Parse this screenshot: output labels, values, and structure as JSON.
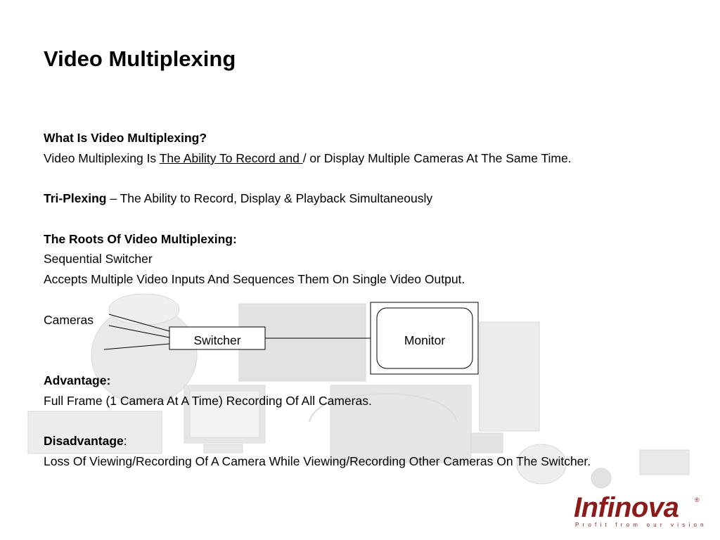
{
  "slide": {
    "title": "Video Multiplexing",
    "q1": "What Is Video Multiplexing?",
    "def_prefix": "Video Multiplexing Is ",
    "def_underlined": "The Ability To Record and ",
    "def_suffix": "/ or Display Multiple Cameras At The Same Time.",
    "triplex_term": "Tri-Plexing",
    "triplex_desc": " – The Ability to Record, Display & Playback Simultaneously",
    "roots_heading": "The Roots Of Video Multiplexing:",
    "roots_line1": "Sequential Switcher",
    "roots_line2": "Accepts Multiple Video Inputs And Sequences Them On Single Video Output.",
    "advantage_heading": "Advantage:",
    "advantage_text": "Full Frame (1 Camera At A Time) Recording Of All Cameras.",
    "disadvantage_heading": "Disadvantage",
    "disadvantage_colon": ":",
    "disadvantage_text": "Loss Of Viewing/Recording Of A Camera While Viewing/Recording Other Cameras On The Switcher."
  },
  "diagram": {
    "cameras_label": "Cameras",
    "switcher_label": "Switcher",
    "monitor_label": "Monitor"
  },
  "logo": {
    "wordmark": "Infinova",
    "registered": "®",
    "tagline": "Profit from our vision"
  }
}
